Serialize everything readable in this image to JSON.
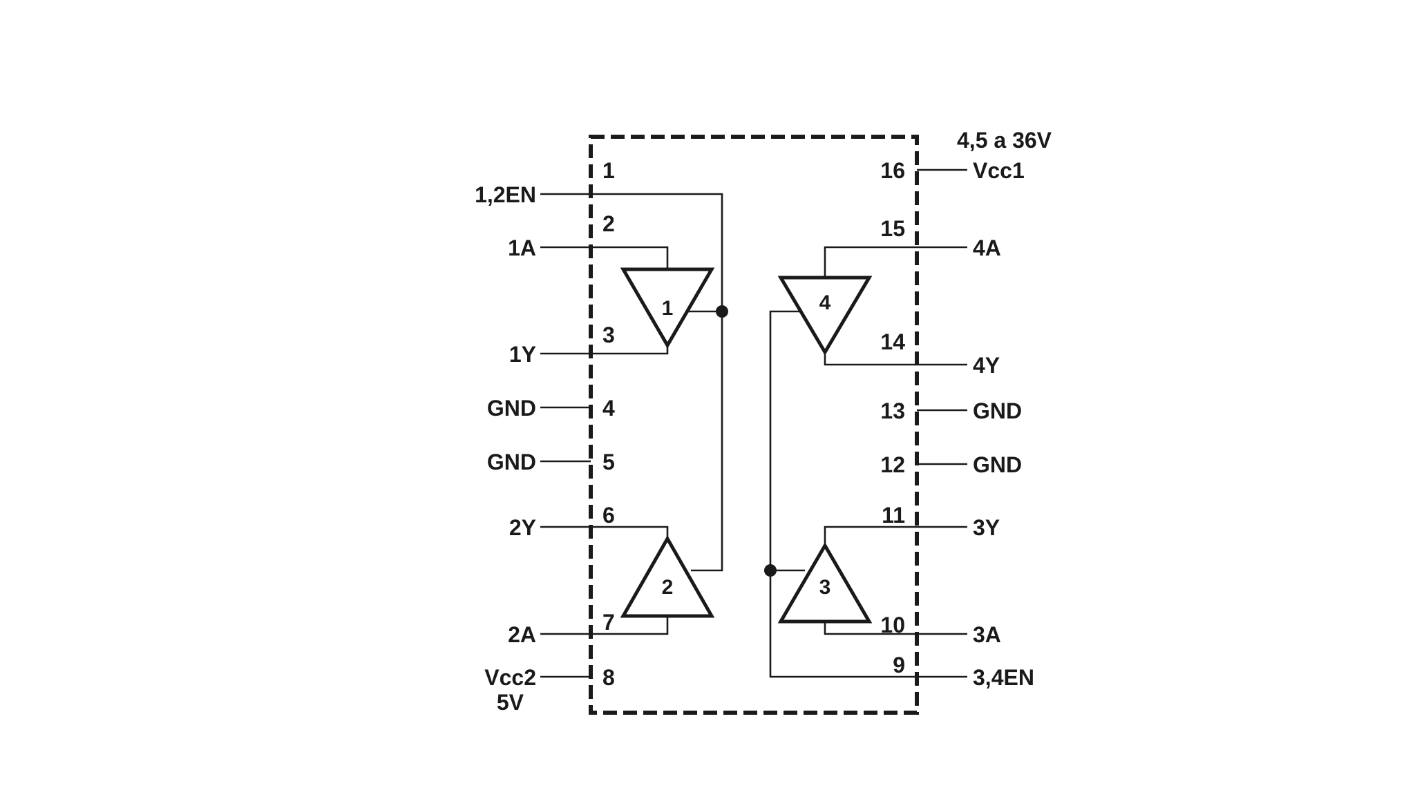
{
  "supply_note": "4,5 a 36V",
  "vcc2_voltage": "5V",
  "left_pins": [
    {
      "number": "1",
      "signal": "1,2EN"
    },
    {
      "number": "2",
      "signal": "1A"
    },
    {
      "number": "3",
      "signal": "1Y"
    },
    {
      "number": "4",
      "signal": "GND"
    },
    {
      "number": "5",
      "signal": "GND"
    },
    {
      "number": "6",
      "signal": "2Y"
    },
    {
      "number": "7",
      "signal": "2A"
    },
    {
      "number": "8",
      "signal": "Vcc2"
    }
  ],
  "right_pins": [
    {
      "number": "16",
      "signal": "Vcc1"
    },
    {
      "number": "15",
      "signal": "4A"
    },
    {
      "number": "14",
      "signal": "4Y"
    },
    {
      "number": "13",
      "signal": "GND"
    },
    {
      "number": "12",
      "signal": "GND"
    },
    {
      "number": "11",
      "signal": "3Y"
    },
    {
      "number": "10",
      "signal": "3A"
    },
    {
      "number": "9",
      "signal": "3,4EN"
    }
  ],
  "buffers": [
    {
      "label": "1"
    },
    {
      "label": "2"
    },
    {
      "label": "3"
    },
    {
      "label": "4"
    }
  ]
}
